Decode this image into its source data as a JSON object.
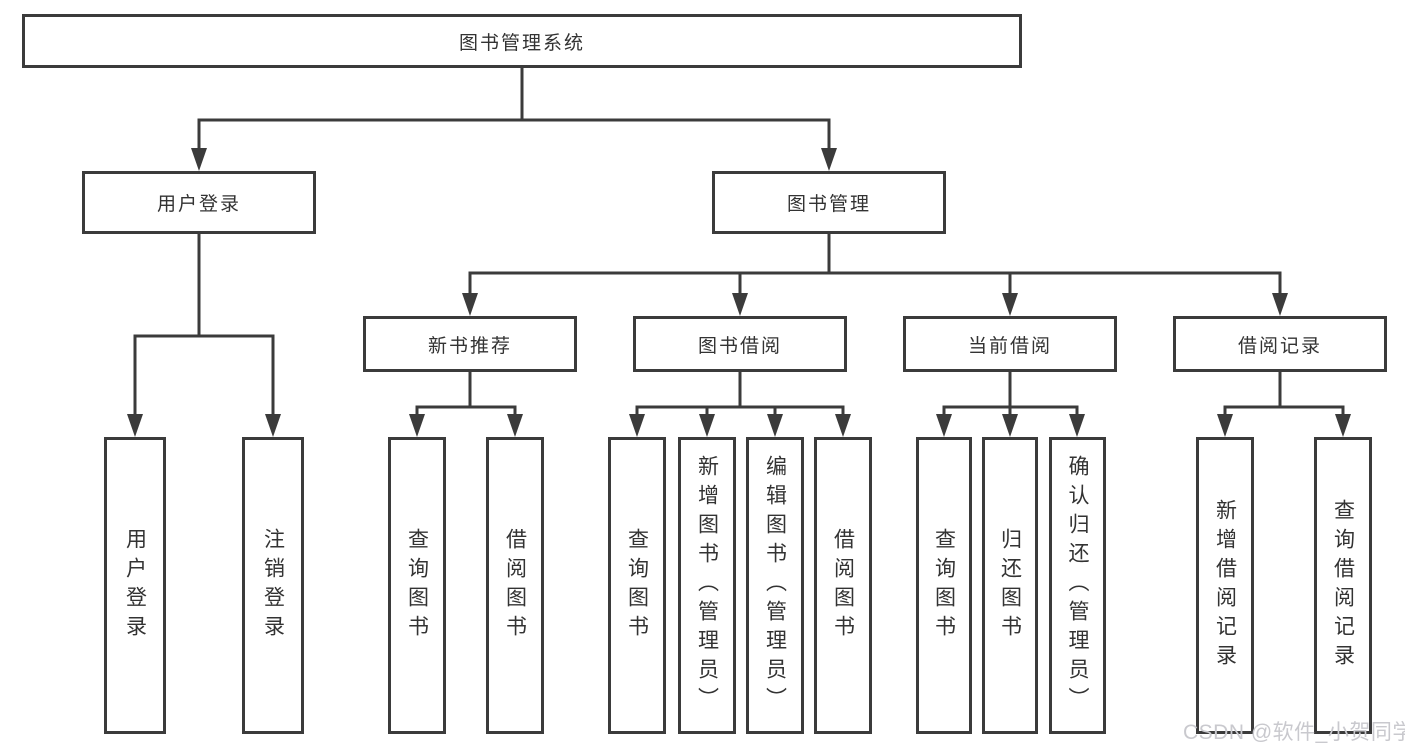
{
  "diagram": {
    "root": {
      "label": "图书管理系统"
    },
    "branches": {
      "user_login": {
        "label": "用户登录",
        "children": [
          {
            "label": "用户登录"
          },
          {
            "label": "注销登录"
          }
        ]
      },
      "book_mgmt": {
        "label": "图书管理",
        "children": [
          {
            "label": "新书推荐",
            "children": [
              {
                "label": "查询图书"
              },
              {
                "label": "借阅图书"
              }
            ]
          },
          {
            "label": "图书借阅",
            "children": [
              {
                "label": "查询图书"
              },
              {
                "label": "新增图书（管理员）"
              },
              {
                "label": "编辑图书（管理员）"
              },
              {
                "label": "借阅图书"
              }
            ]
          },
          {
            "label": "当前借阅",
            "children": [
              {
                "label": "查询图书"
              },
              {
                "label": "归还图书"
              },
              {
                "label": "确认归还（管理员）"
              }
            ]
          },
          {
            "label": "借阅记录",
            "children": [
              {
                "label": "新增借阅记录"
              },
              {
                "label": "查询借阅记录"
              }
            ]
          }
        ]
      }
    }
  },
  "watermark": "CSDN @软件_小贺同学",
  "colors": {
    "line": "#3b3b3b",
    "box_border": "#3b3b3b",
    "text": "#333333",
    "watermark": "#c9c9ce",
    "background": "#ffffff"
  }
}
